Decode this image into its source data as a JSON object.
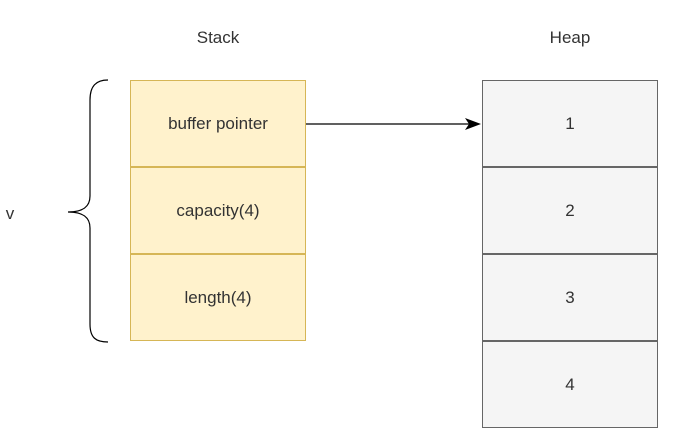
{
  "stack": {
    "title": "Stack",
    "cells": [
      "buffer pointer",
      "capacity(4)",
      "length(4)"
    ]
  },
  "heap": {
    "title": "Heap",
    "cells": [
      "1",
      "2",
      "3",
      "4"
    ]
  },
  "variable": {
    "label": "v"
  },
  "colors": {
    "stack_fill": "#fff2cc",
    "stack_border": "#d6b656",
    "heap_fill": "#f5f5f5",
    "heap_border": "#666666",
    "line": "#000000",
    "text": "#333333"
  }
}
